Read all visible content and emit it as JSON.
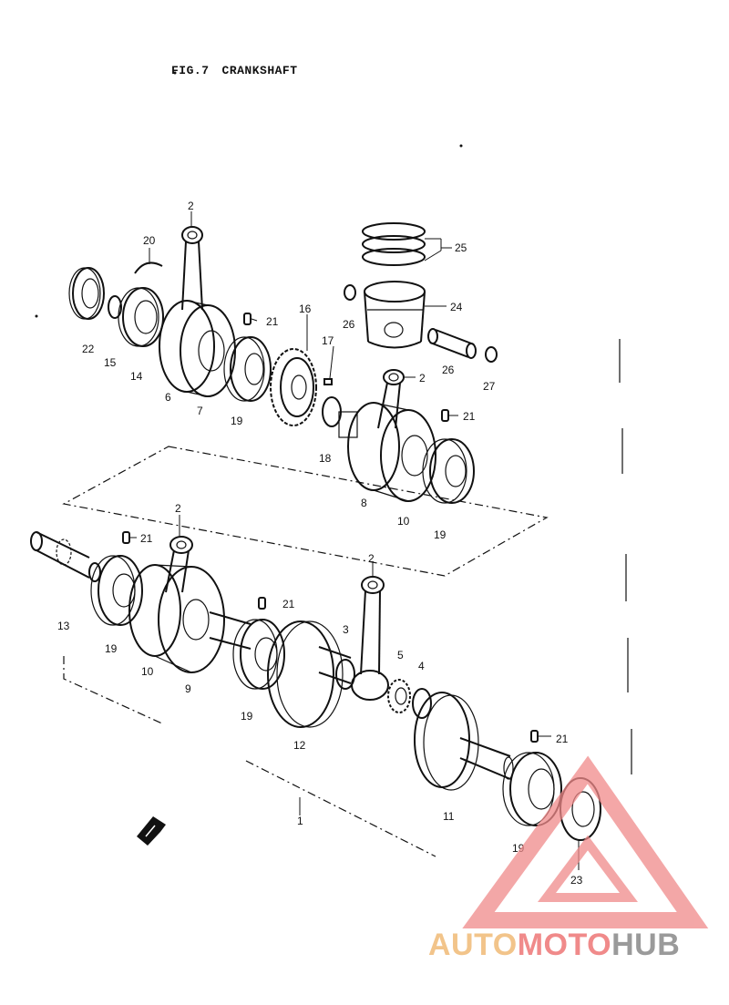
{
  "figure": {
    "number": "FIG.7",
    "name": "CRANKSHAFT"
  },
  "parts": [
    {
      "id": "p22",
      "label": "22"
    },
    {
      "id": "p15",
      "label": "15"
    },
    {
      "id": "p14",
      "label": "14"
    },
    {
      "id": "p20",
      "label": "20"
    },
    {
      "id": "p6",
      "label": "6"
    },
    {
      "id": "p2a",
      "label": "2"
    },
    {
      "id": "p7",
      "label": "7"
    },
    {
      "id": "p21a",
      "label": "21"
    },
    {
      "id": "p19a",
      "label": "19"
    },
    {
      "id": "p16",
      "label": "16"
    },
    {
      "id": "p17",
      "label": "17"
    },
    {
      "id": "p25",
      "label": "25"
    },
    {
      "id": "p24",
      "label": "24"
    },
    {
      "id": "p26a",
      "label": "26"
    },
    {
      "id": "p26b",
      "label": "26"
    },
    {
      "id": "p27",
      "label": "27"
    },
    {
      "id": "p2b",
      "label": "2"
    },
    {
      "id": "p21b",
      "label": "21"
    },
    {
      "id": "p18",
      "label": "18"
    },
    {
      "id": "p8",
      "label": "8"
    },
    {
      "id": "p10a",
      "label": "10"
    },
    {
      "id": "p19b",
      "label": "19"
    },
    {
      "id": "p13",
      "label": "13"
    },
    {
      "id": "p21c",
      "label": "21"
    },
    {
      "id": "p2c",
      "label": "2"
    },
    {
      "id": "p19c",
      "label": "19"
    },
    {
      "id": "p10b",
      "label": "10"
    },
    {
      "id": "p9",
      "label": "9"
    },
    {
      "id": "p21d",
      "label": "21"
    },
    {
      "id": "p19d",
      "label": "19"
    },
    {
      "id": "p12",
      "label": "12"
    },
    {
      "id": "p3",
      "label": "3"
    },
    {
      "id": "p2d",
      "label": "2"
    },
    {
      "id": "p5",
      "label": "5"
    },
    {
      "id": "p4",
      "label": "4"
    },
    {
      "id": "p11",
      "label": "11"
    },
    {
      "id": "p21e",
      "label": "21"
    },
    {
      "id": "p19e",
      "label": "19"
    },
    {
      "id": "p23",
      "label": "23"
    },
    {
      "id": "p1",
      "label": "1"
    }
  ],
  "watermark": {
    "part1": "AUTO",
    "part2": "MOTO",
    "part3": "HUB",
    "color_auto": "#f2c48a",
    "color_moto": "#f08a8a",
    "color_hub": "#9a9a9a",
    "triangle_color": "#f08a8a"
  }
}
